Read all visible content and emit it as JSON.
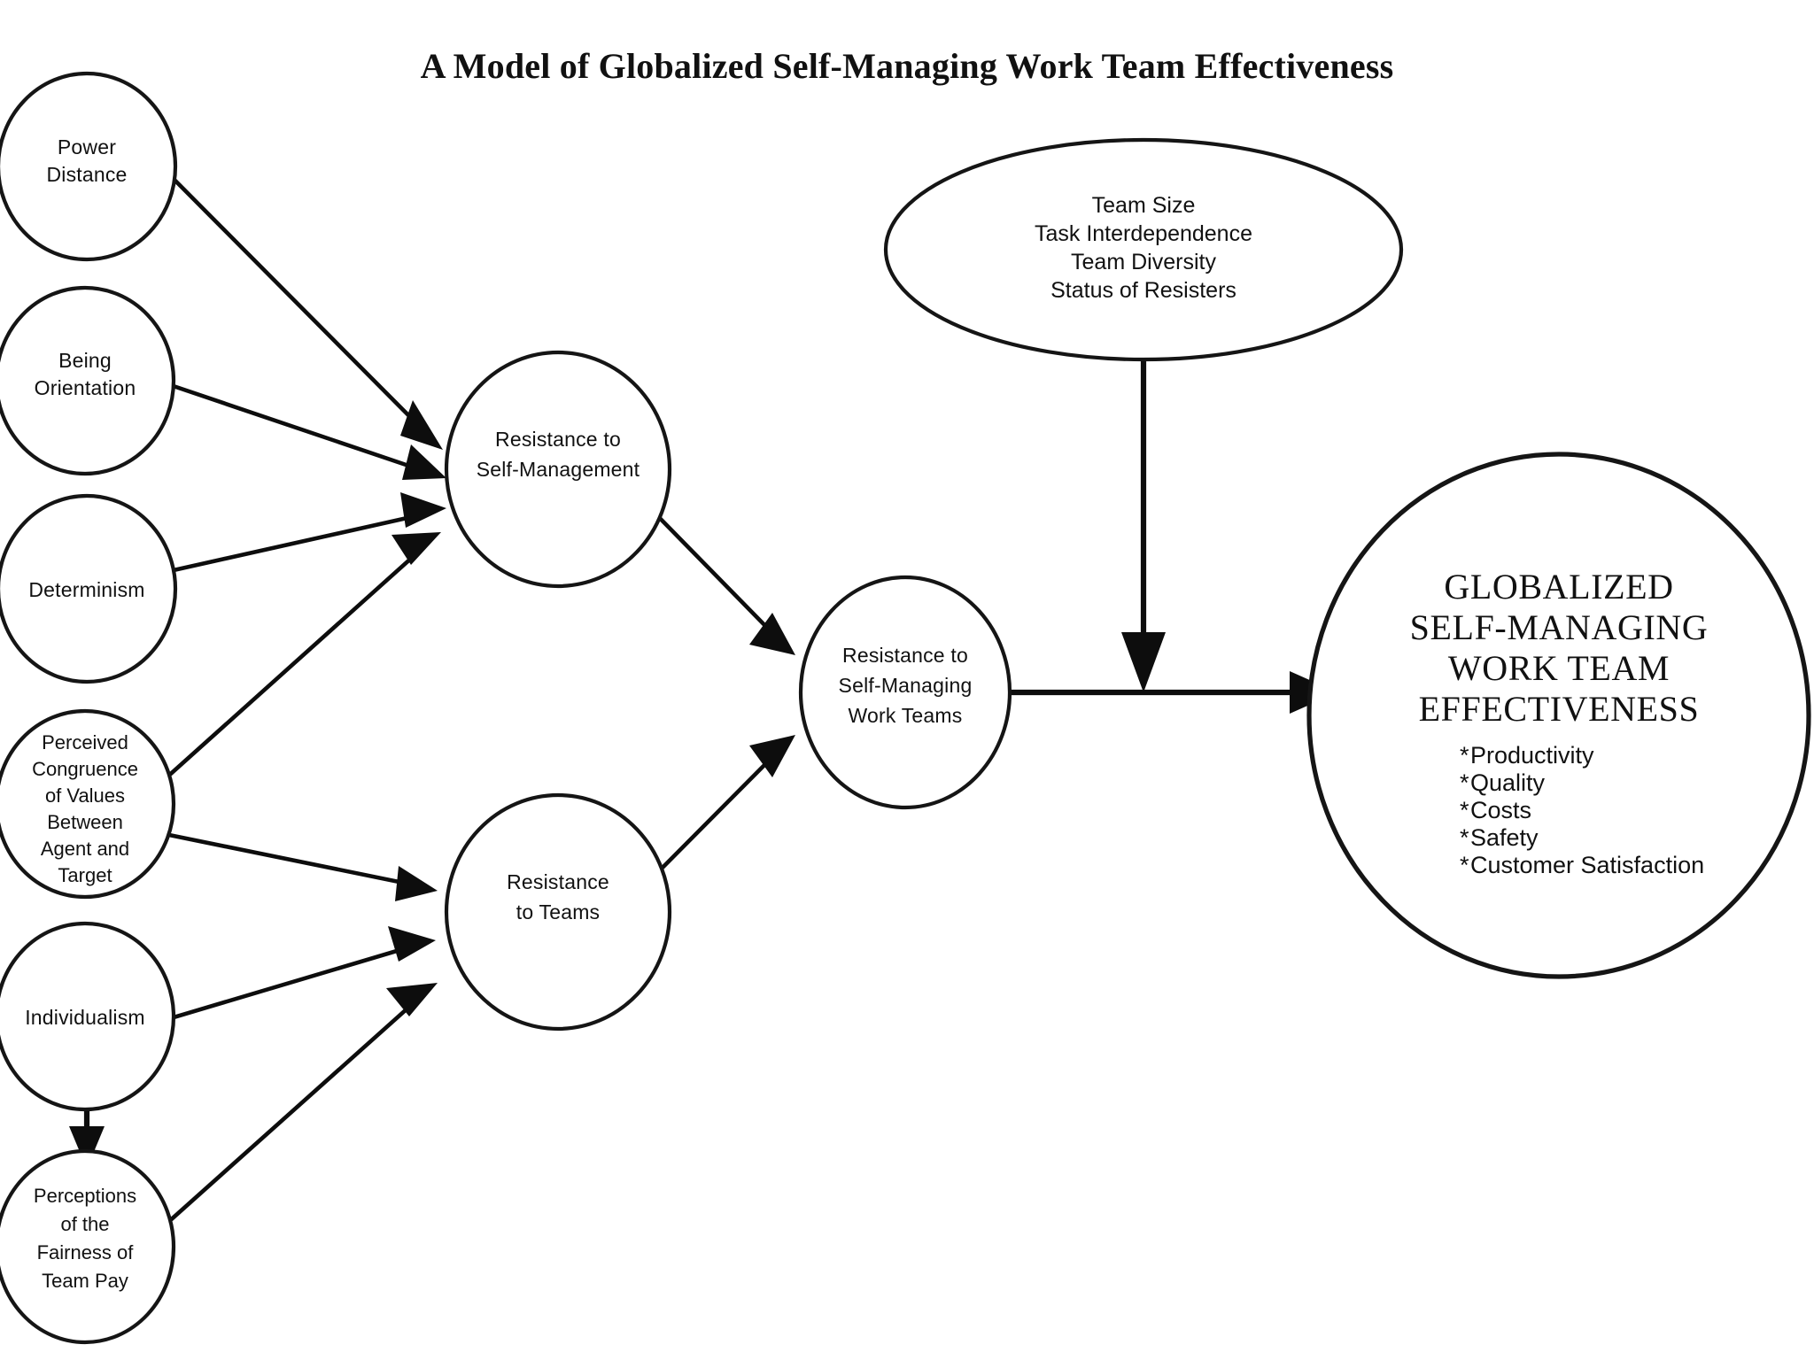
{
  "title": "A Model of Globalized Self-Managing Work Team Effectiveness",
  "diagram": {
    "type": "conceptual-model",
    "colors": {
      "stroke": "#151515",
      "fill": "#ffffff",
      "text": "#111111",
      "background": "#ffffff"
    },
    "antecedents": [
      {
        "id": "power-distance",
        "lines": [
          "Power",
          "Distance"
        ]
      },
      {
        "id": "being-orientation",
        "lines": [
          "Being",
          "Orientation"
        ]
      },
      {
        "id": "determinism",
        "lines": [
          "Determinism"
        ]
      },
      {
        "id": "perceived-congruence",
        "lines": [
          "Perceived",
          "Congruence",
          "of Values",
          "Between",
          "Agent and",
          "Target"
        ]
      },
      {
        "id": "individualism",
        "lines": [
          "Individualism"
        ]
      },
      {
        "id": "perceptions-fairness",
        "lines": [
          "Perceptions",
          "of the",
          "Fairness of",
          "Team Pay"
        ]
      }
    ],
    "mediators": [
      {
        "id": "resistance-self-management",
        "lines": [
          "Resistance to",
          "Self-Management"
        ]
      },
      {
        "id": "resistance-teams",
        "lines": [
          "Resistance",
          "to Teams"
        ]
      }
    ],
    "central": {
      "id": "resistance-smwt",
      "lines": [
        "Resistance to",
        "Self-Managing",
        "Work Teams"
      ]
    },
    "moderators": {
      "id": "moderator-ellipse",
      "lines": [
        "Team Size",
        "Task Interdependence",
        "Team Diversity",
        "Status of Resisters"
      ]
    },
    "outcome": {
      "id": "globalized-smwt-effectiveness",
      "title_lines": [
        "GLOBALIZED",
        "SELF-MANAGING",
        "WORK TEAM",
        "EFFECTIVENESS"
      ],
      "bullet_marker": "*",
      "bullets": [
        "Productivity",
        "Quality",
        "Costs",
        "Safety",
        "Customer Satisfaction"
      ]
    },
    "edges": [
      {
        "from": "power-distance",
        "to": "resistance-self-management"
      },
      {
        "from": "being-orientation",
        "to": "resistance-self-management"
      },
      {
        "from": "determinism",
        "to": "resistance-self-management"
      },
      {
        "from": "perceived-congruence",
        "to": "resistance-self-management"
      },
      {
        "from": "perceived-congruence",
        "to": "resistance-teams"
      },
      {
        "from": "individualism",
        "to": "resistance-teams"
      },
      {
        "from": "individualism",
        "to": "perceptions-fairness"
      },
      {
        "from": "perceptions-fairness",
        "to": "resistance-teams"
      },
      {
        "from": "resistance-self-management",
        "to": "resistance-smwt"
      },
      {
        "from": "resistance-teams",
        "to": "resistance-smwt"
      },
      {
        "from": "resistance-smwt",
        "to": "globalized-smwt-effectiveness"
      },
      {
        "from": "moderator-ellipse",
        "to": "resistance-smwt-to-effectiveness-path"
      }
    ]
  }
}
